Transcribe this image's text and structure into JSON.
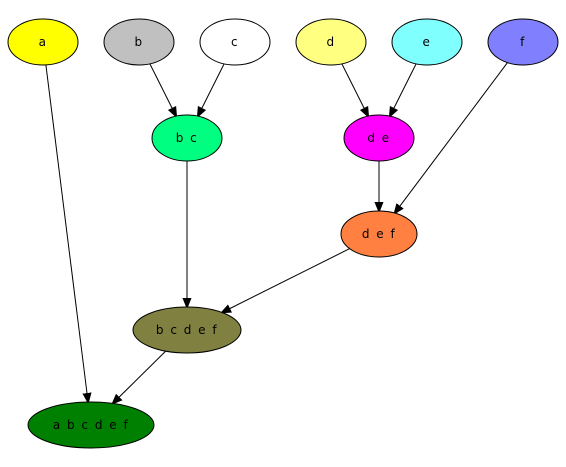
{
  "nodes": [
    {
      "id": "a",
      "label": "a",
      "color": "#ffff00"
    },
    {
      "id": "b",
      "label": "b",
      "color": "#c0c0c0"
    },
    {
      "id": "c",
      "label": "c",
      "color": "#ffffff"
    },
    {
      "id": "d",
      "label": "d",
      "color": "#ffff80"
    },
    {
      "id": "e",
      "label": "e",
      "color": "#80ffff"
    },
    {
      "id": "f",
      "label": "f",
      "color": "#8080ff"
    },
    {
      "id": "bc",
      "label": "b c",
      "color": "#00ff80"
    },
    {
      "id": "de",
      "label": "d e",
      "color": "#ff00ff"
    },
    {
      "id": "def",
      "label": "d e f",
      "color": "#ff8040"
    },
    {
      "id": "bcdef",
      "label": "b c d e f",
      "color": "#808040"
    },
    {
      "id": "abcdef",
      "label": "a b c d e f",
      "color": "#008000"
    }
  ],
  "edges": [
    {
      "from": "b",
      "to": "bc"
    },
    {
      "from": "c",
      "to": "bc"
    },
    {
      "from": "d",
      "to": "de"
    },
    {
      "from": "e",
      "to": "de"
    },
    {
      "from": "de",
      "to": "def"
    },
    {
      "from": "f",
      "to": "def"
    },
    {
      "from": "bc",
      "to": "bcdef"
    },
    {
      "from": "def",
      "to": "bcdef"
    },
    {
      "from": "a",
      "to": "abcdef"
    },
    {
      "from": "bcdef",
      "to": "abcdef"
    }
  ]
}
